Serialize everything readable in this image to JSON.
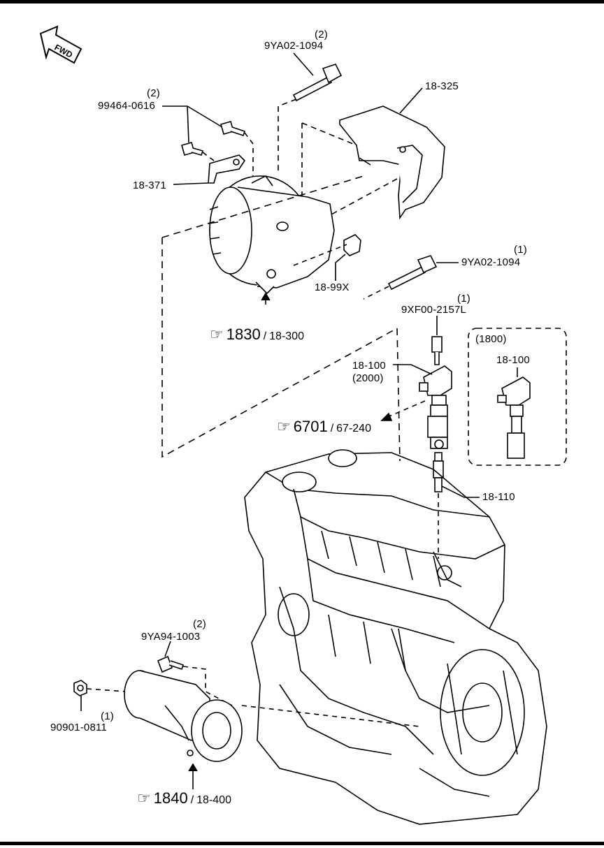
{
  "fwd_label": "FWD",
  "labels": {
    "bolt_top_qty": "(2)",
    "bolt_top_pn": "9YA02-1094",
    "bolt_left_qty": "(2)",
    "bolt_left_pn": "99464-0616",
    "heat_shield": "18-325",
    "bracket": "18-371",
    "connector": "18-99X",
    "bolt_right_qty": "(1)",
    "bolt_right_pn": "9YA02-1094",
    "coil_bolt_qty": "(1)",
    "coil_bolt_pn": "9XF00-2157L",
    "coil_pn": "18-100",
    "coil_variant": "(2000)",
    "inset_variant": "(1800)",
    "inset_coil_pn": "18-100",
    "spark_plug": "18-110",
    "starter_bolt_qty": "(2)",
    "starter_bolt_pn": "9YA94-1003",
    "nut_qty": "(1)",
    "nut_pn": "90901-0811"
  },
  "refs": {
    "alternator": {
      "code": "1830",
      "sep": "/",
      "page": "18-300"
    },
    "coil_ref": {
      "code": "6701",
      "sep": "/",
      "page": "67-240"
    },
    "starter": {
      "code": "1840",
      "sep": "/",
      "page": "18-400"
    }
  }
}
